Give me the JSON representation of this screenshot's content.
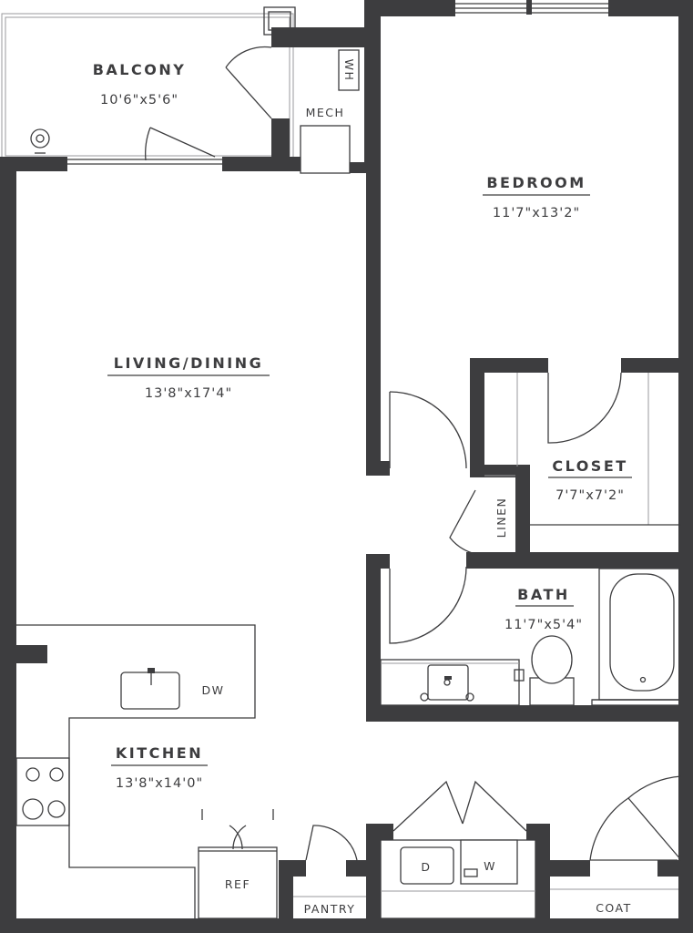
{
  "rooms": {
    "balcony": {
      "name": "BALCONY",
      "dims": "10'6\"x5'6\""
    },
    "bedroom": {
      "name": "BEDROOM",
      "dims": "11'7\"x13'2\""
    },
    "living": {
      "name": "LIVING/DINING",
      "dims": "13'8\"x17'4\""
    },
    "closet": {
      "name": "CLOSET",
      "dims": "7'7\"x7'2\""
    },
    "bath": {
      "name": "BATH",
      "dims": "11'7\"x5'4\""
    },
    "kitchen": {
      "name": "KITCHEN",
      "dims": "13'8\"x14'0\""
    }
  },
  "labels": {
    "mech": "MECH",
    "wh": "WH",
    "linen": "LINEN",
    "dw": "DW",
    "ref": "REF",
    "pantry": "PANTRY",
    "dryer": "D",
    "washer": "W",
    "coat": "COAT"
  }
}
